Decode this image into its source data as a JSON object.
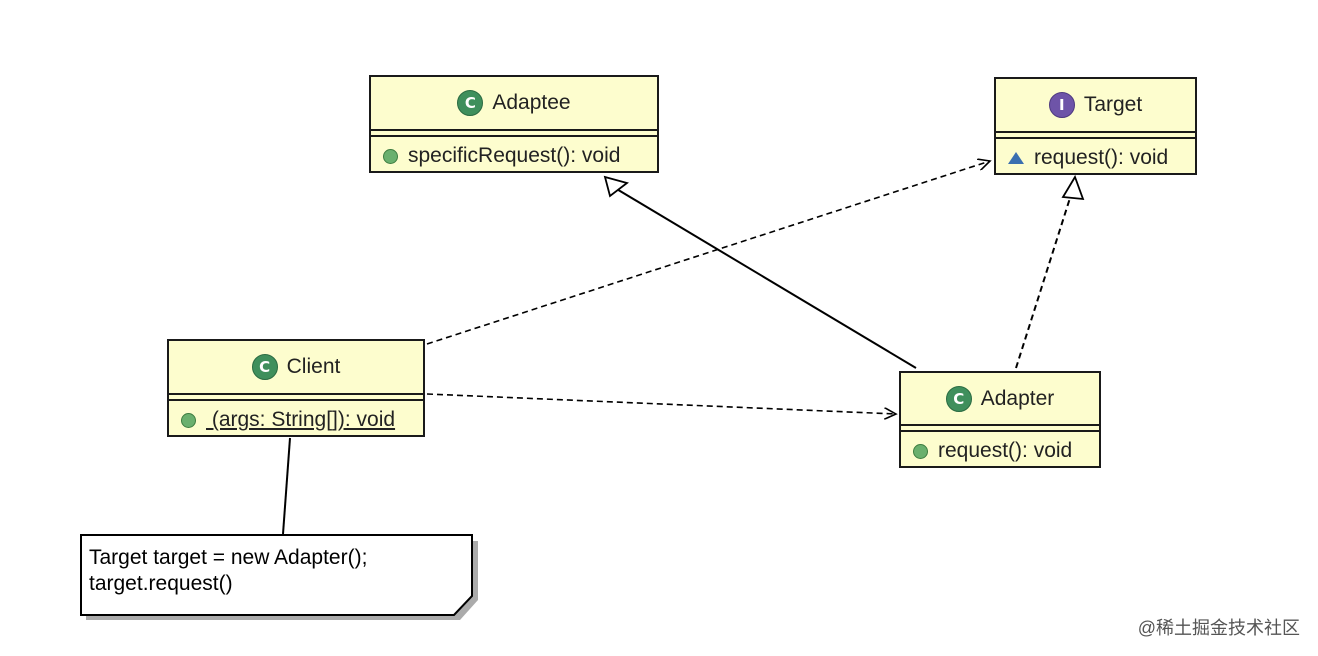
{
  "classes": {
    "adaptee": {
      "name": "Adaptee",
      "kind": "class",
      "badge": "C",
      "member": "specificRequest(): void",
      "visibility": "public"
    },
    "target": {
      "name": "Target",
      "kind": "interface",
      "badge": "I",
      "member": "request(): void",
      "visibility": "package"
    },
    "client": {
      "name": "Client",
      "kind": "class",
      "badge": "C",
      "member": " (args: String[]): void",
      "visibility": "public",
      "member_static": true
    },
    "adapter": {
      "name": "Adapter",
      "kind": "class",
      "badge": "C",
      "member": "request(): void",
      "visibility": "public"
    }
  },
  "note": {
    "line1": "Target target = new Adapter();",
    "line2": "target.request()"
  },
  "relations": [
    {
      "from": "Adapter",
      "to": "Adaptee",
      "type": "generalization"
    },
    {
      "from": "Adapter",
      "to": "Target",
      "type": "realization"
    },
    {
      "from": "Client",
      "to": "Target",
      "type": "dependency"
    },
    {
      "from": "Client",
      "to": "Adapter",
      "type": "dependency"
    },
    {
      "from": "Client",
      "to": "note",
      "type": "note-anchor"
    }
  ],
  "watermark": "@稀土掘金技术社区",
  "colors": {
    "class_fill": "#fdfdce",
    "class_badge": "#3f8f5c",
    "interface_badge": "#6e54a8",
    "public_dot": "#6ab06e",
    "package_triangle": "#3a6fb0"
  }
}
